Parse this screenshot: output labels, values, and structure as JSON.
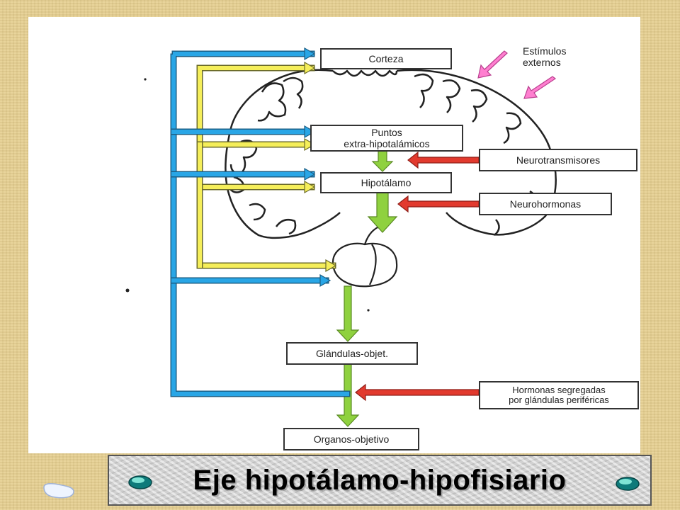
{
  "diagram": {
    "boxes": {
      "corteza": "Corteza",
      "puntos_line1": "Puntos",
      "puntos_line2": "extra-hipotalámicos",
      "hipotalamo": "Hipotálamo",
      "glandulas": "Glándulas-objet.",
      "organos": "Organos-objetivo",
      "neurotransmisores": "Neurotransmisores",
      "neurohormonas": "Neurohormonas",
      "hormonas_line1": "Hormonas segregadas",
      "hormonas_line2": "por glándulas periféricas"
    },
    "estimulos_line1": "Estímulos",
    "estimulos_line2": "externos"
  },
  "title": "Eje hipotálamo-hipofisiario",
  "colors": {
    "blue": "#29a6e6",
    "yellow": "#f5ee5a",
    "green": "#8fd13f",
    "red": "#e23a2e",
    "pink": "#ff7fd0",
    "slide_bg": "#e6cf8f"
  },
  "icons": {
    "title_left": "gem-icon",
    "title_right": "gem-icon",
    "corner": "speech-bubble-icon"
  }
}
